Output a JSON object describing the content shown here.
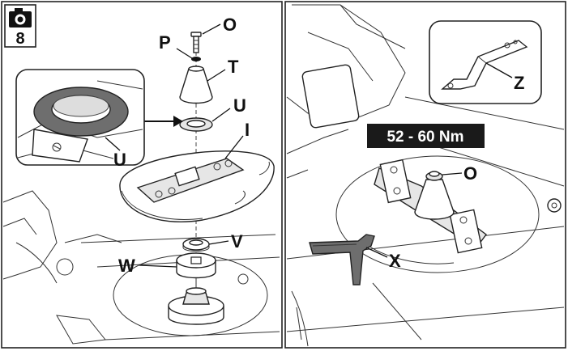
{
  "step": {
    "number": "8",
    "icon": "camera-icon"
  },
  "torque": {
    "value": "52 - 60 Nm"
  },
  "callouts": {
    "O_top": "O",
    "P": "P",
    "T": "T",
    "U_ring": "U",
    "U_inset": "U",
    "I": "I",
    "V": "V",
    "W": "W",
    "Z": "Z",
    "O_right": "O",
    "X": "X"
  },
  "colors": {
    "frame": "#222222",
    "torque_bg": "#1a1a1a",
    "torque_text": "#ffffff",
    "tool": "#6e6e6e"
  }
}
